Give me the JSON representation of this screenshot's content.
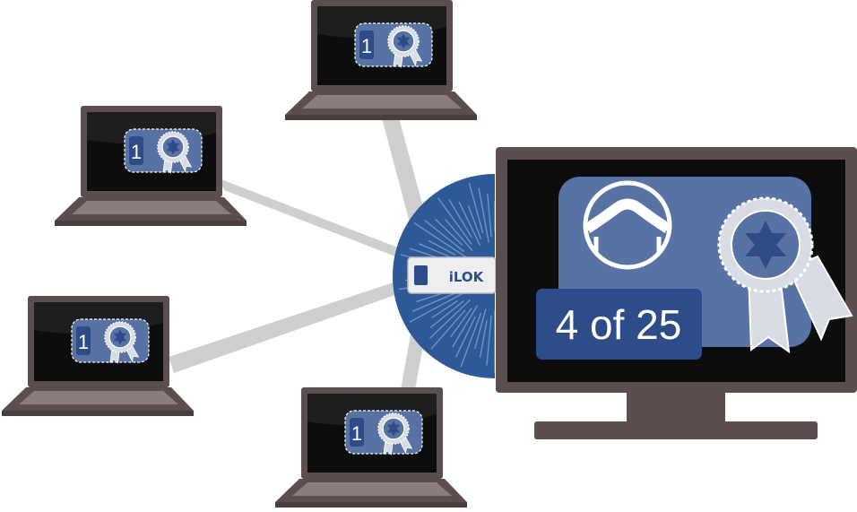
{
  "ilok": {
    "label": "iLOK"
  },
  "monitor": {
    "license_count": "4 of 25"
  },
  "laptops": [
    {
      "license_count": "1"
    },
    {
      "license_count": "1"
    },
    {
      "license_count": "1"
    },
    {
      "license_count": "1"
    }
  ],
  "colors": {
    "license_panel": "#5872a3",
    "license_count_box": "#2d4c88",
    "hub_blue": "#2f5996",
    "device_frame": "#5a4e4e",
    "screen": "#0d0d0d",
    "keyboard": "#8c7d7d",
    "connector": "#cfcfcf",
    "badge": "#d9dde3"
  },
  "icons": [
    "ilok-usb-key-icon",
    "pro-tools-logo-icon",
    "award-ribbon-icon",
    "laptop-icon",
    "monitor-icon"
  ]
}
